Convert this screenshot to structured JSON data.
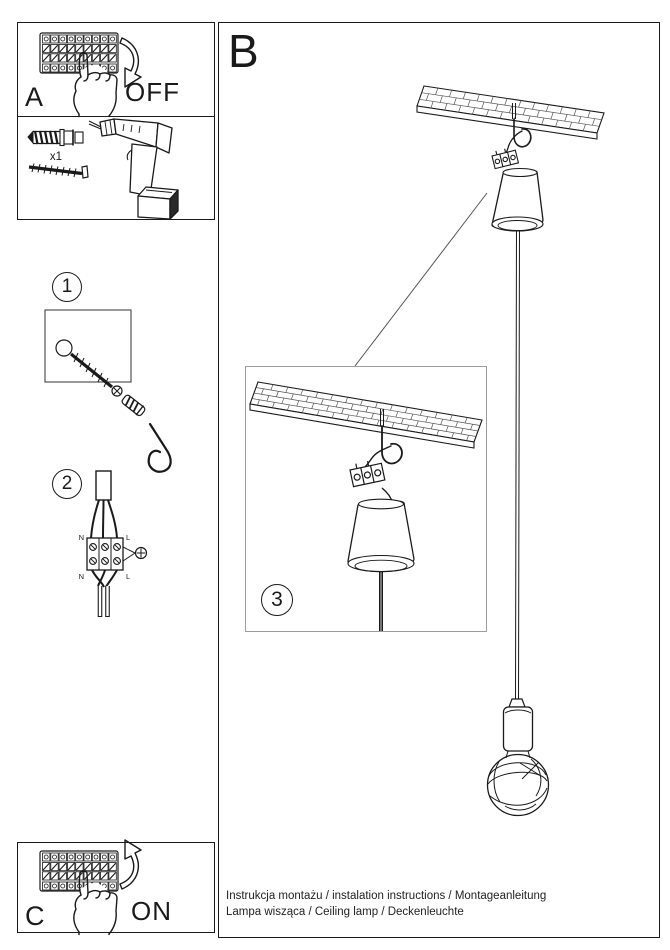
{
  "panel_a": {
    "label": "A",
    "action": "OFF"
  },
  "panel_b": {
    "label": "B"
  },
  "panel_c": {
    "label": "C",
    "action": "ON"
  },
  "tools": {
    "quantity": "x1"
  },
  "steps": {
    "step1": "1",
    "step2": "2",
    "step3": "3"
  },
  "wiring": {
    "n": "N",
    "l": "L"
  },
  "footer": {
    "line1": "Instrukcja montażu / instalation instructions / Montageanleitung",
    "line2": "Lampa wisząca / Ceiling lamp  / Deckenleuchte"
  },
  "colors": {
    "line": "#1a1a1a",
    "detail_box_border": "#9c9c9c",
    "background": "#ffffff"
  }
}
